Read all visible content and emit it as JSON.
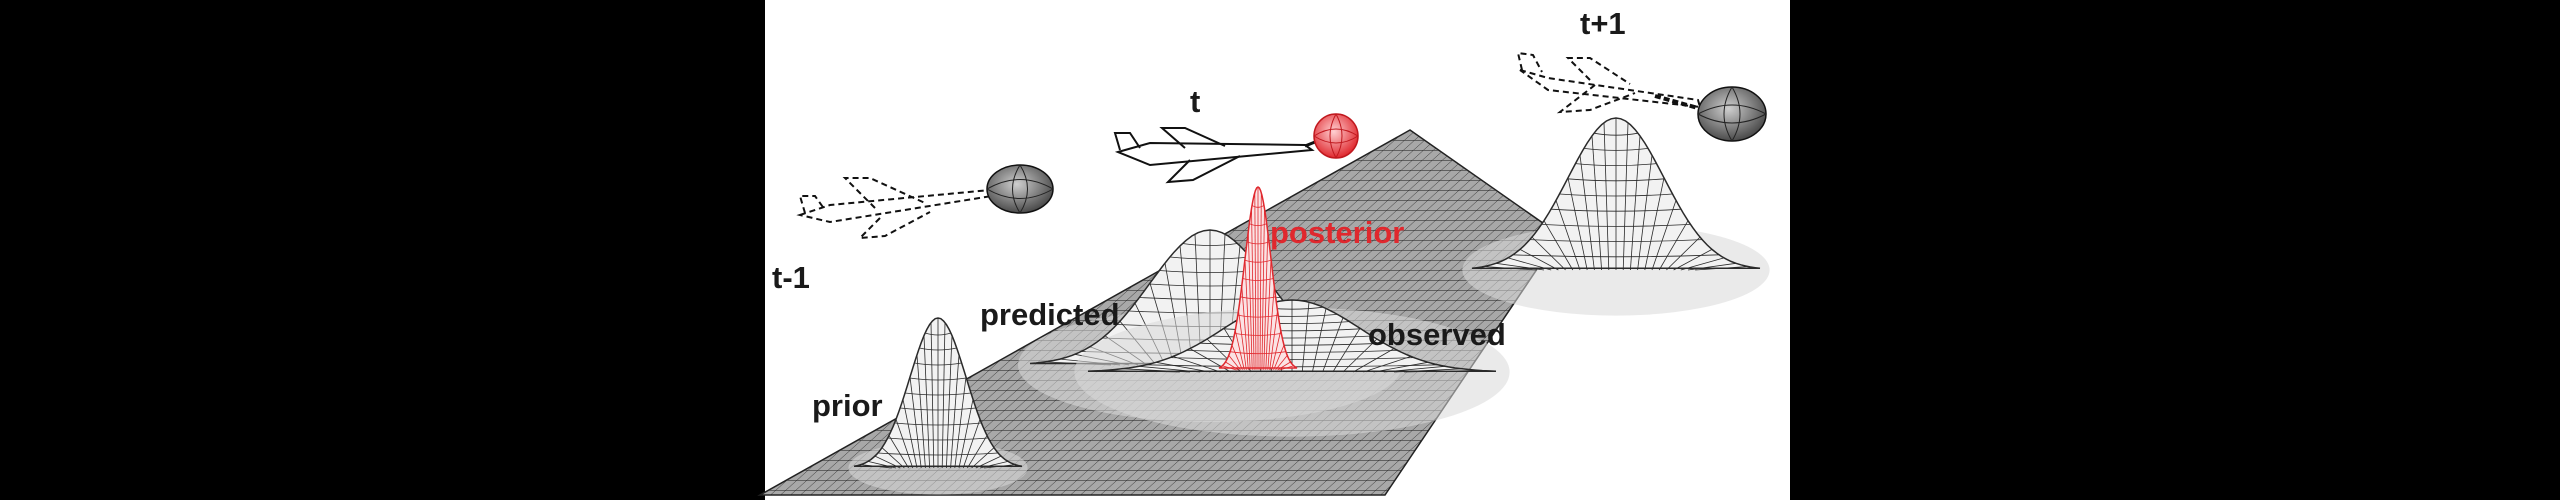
{
  "labels": {
    "t_minus_1": "t-1",
    "t": "t",
    "t_plus_1": "t+1",
    "prior": "prior",
    "predicted": "predicted",
    "posterior": "posterior",
    "observed": "observed"
  },
  "colors": {
    "background": "#000000",
    "panel": "#ffffff",
    "plane_fill": "#9a9a9a",
    "mesh_line": "#1a1a1a",
    "label_text": "#1a1a1a",
    "posterior": "#e0282e",
    "posterior_fill": "#fbe3e4"
  }
}
